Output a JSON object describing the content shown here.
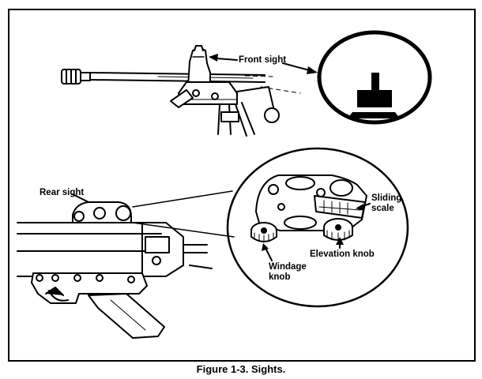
{
  "figure": {
    "caption": "Figure 1-3. Sights.",
    "labels": {
      "front_sight": "Front sight",
      "rear_sight": "Rear sight",
      "sliding_scale_line1": "Sliding",
      "sliding_scale_line2": "scale",
      "elevation_knob": "Elevation knob",
      "windage_knob_line1": "Windage",
      "windage_knob_line2": "knob"
    }
  },
  "colors": {
    "ink": "#000000",
    "paper": "#ffffff"
  }
}
